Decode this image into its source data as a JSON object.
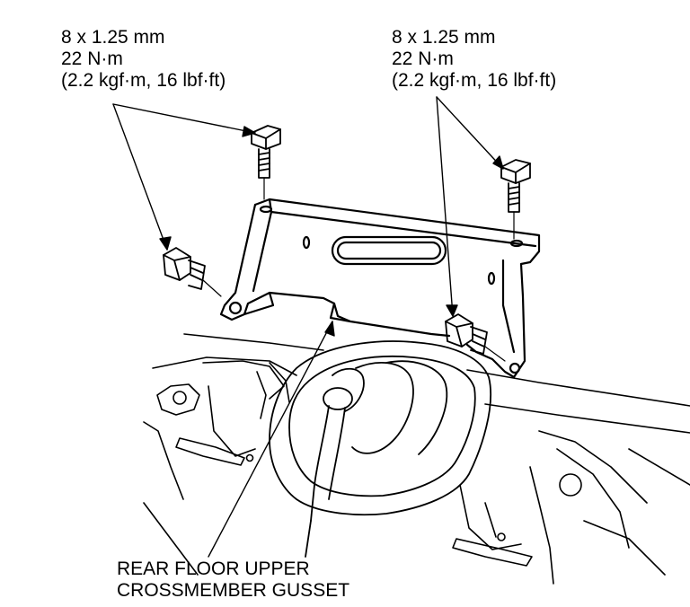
{
  "diagram": {
    "left_spec": {
      "size": "8 x 1.25 mm",
      "torque_nm": "22 N·m",
      "torque_alt": "(2.2 kgf·m, 16 lbf·ft)"
    },
    "right_spec": {
      "size": "8 x 1.25 mm",
      "torque_nm": "22 N·m",
      "torque_alt": "(2.2 kgf·m, 16 lbf·ft)"
    },
    "part_label": {
      "line1": "REAR FLOOR UPPER",
      "line2": "CROSSMEMBER GUSSET"
    },
    "colors": {
      "ink": "#000000",
      "paper": "#ffffff"
    }
  }
}
